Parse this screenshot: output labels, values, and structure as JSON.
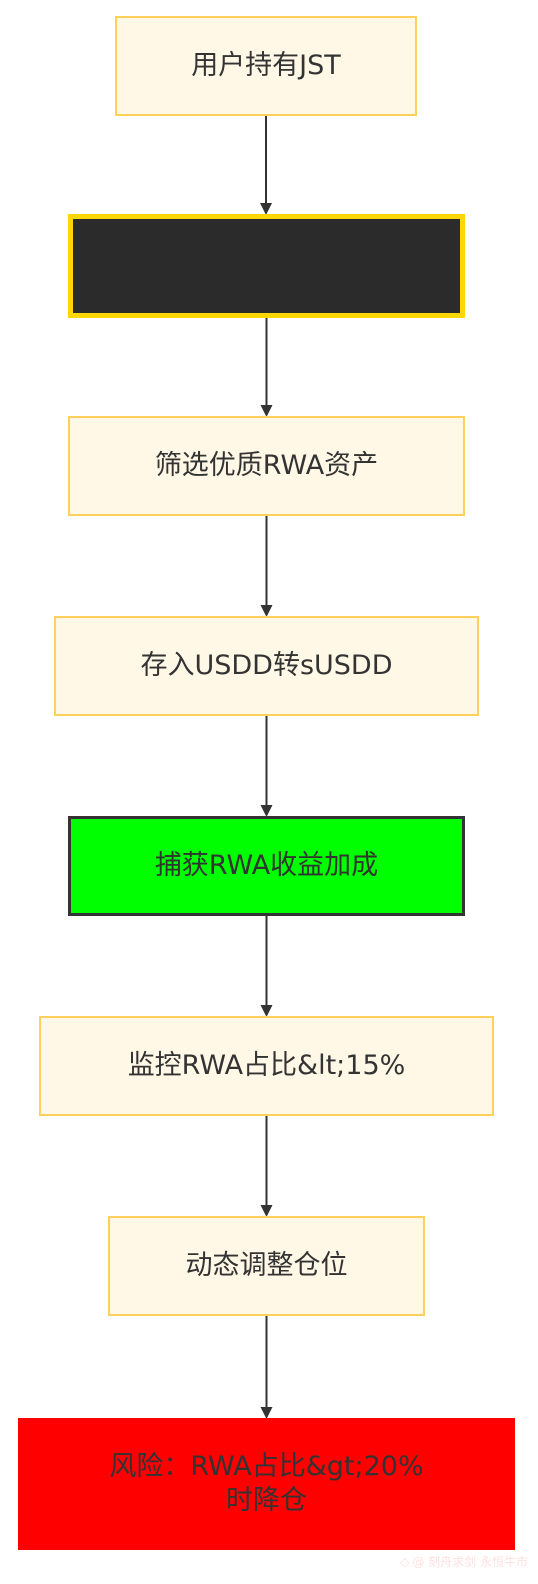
{
  "nodes": [
    {
      "id": "n1",
      "label": "用户持有JST",
      "style": "default"
    },
    {
      "id": "n2",
      "label": "",
      "style": "dark"
    },
    {
      "id": "n3",
      "label": "筛选优质RWA资产",
      "style": "default"
    },
    {
      "id": "n4",
      "label": "存入USDD转sUSDD",
      "style": "default"
    },
    {
      "id": "n5",
      "label": "捕获RWA收益加成",
      "style": "green"
    },
    {
      "id": "n6",
      "label": "监控RWA占比&lt;15%",
      "style": "default"
    },
    {
      "id": "n7",
      "label": "动态调整仓位",
      "style": "default"
    },
    {
      "id": "n8",
      "label": "风险：RWA占比&gt;20%\n时降仓",
      "style": "red"
    }
  ],
  "edges": [
    {
      "from": "n1",
      "to": "n2"
    },
    {
      "from": "n2",
      "to": "n3"
    },
    {
      "from": "n3",
      "to": "n4"
    },
    {
      "from": "n4",
      "to": "n5"
    },
    {
      "from": "n5",
      "to": "n6"
    },
    {
      "from": "n6",
      "to": "n7"
    },
    {
      "from": "n7",
      "to": "n8"
    }
  ],
  "colors": {
    "default_fill": "#fff8e7",
    "default_border": "#ffd15c",
    "dark_fill": "#2b2b2b",
    "dark_border": "#ffd700",
    "green_fill": "#00ff00",
    "red_fill": "#ff0000",
    "edge": "#333333"
  },
  "watermark": {
    "text": "@ 刻舟求剑 永恒牛市",
    "icon": "diamond-icon"
  }
}
